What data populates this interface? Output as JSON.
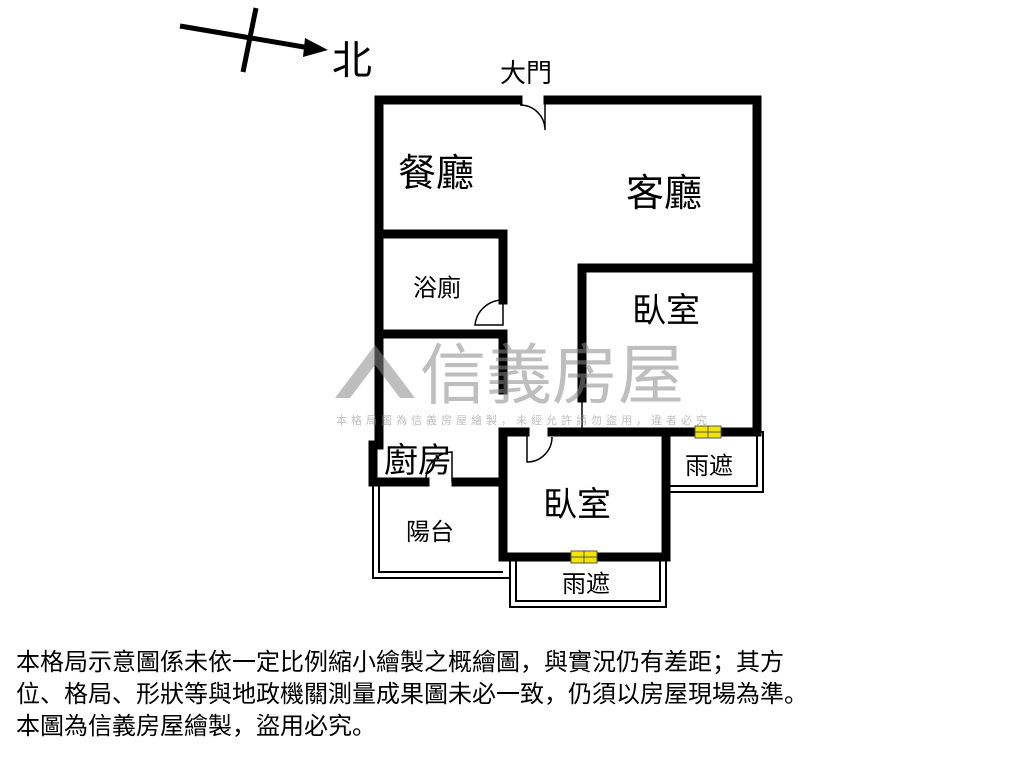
{
  "compass": {
    "north_label": "北",
    "icon": "north-arrow-icon"
  },
  "rooms": {
    "main_door": "大門",
    "dining": "餐廳",
    "living": "客廳",
    "bathroom": "浴廁",
    "kitchen": "廚房",
    "bedroom_1": "臥室",
    "bedroom_2": "臥室",
    "balcony": "陽台",
    "canopy_1": "雨遮",
    "canopy_2": "雨遮"
  },
  "watermark": {
    "brand": "信義房屋",
    "notice": "本格局圖為信義房屋繪製，未經允許請勿盜用，違者必究"
  },
  "disclaimer": {
    "lines": [
      "本格局示意圖係未依一定比例縮小繪製之概繪圖，與實況仍有差距；其方",
      "位、格局、形狀等與地政機關測量成果圖未必一致，仍須以房屋現場為準。",
      "本圖為信義房屋繪製，盜用必究。"
    ]
  },
  "colors": {
    "wall": "#000000",
    "window": "#f2e600",
    "watermark": "#8a8a8a"
  }
}
